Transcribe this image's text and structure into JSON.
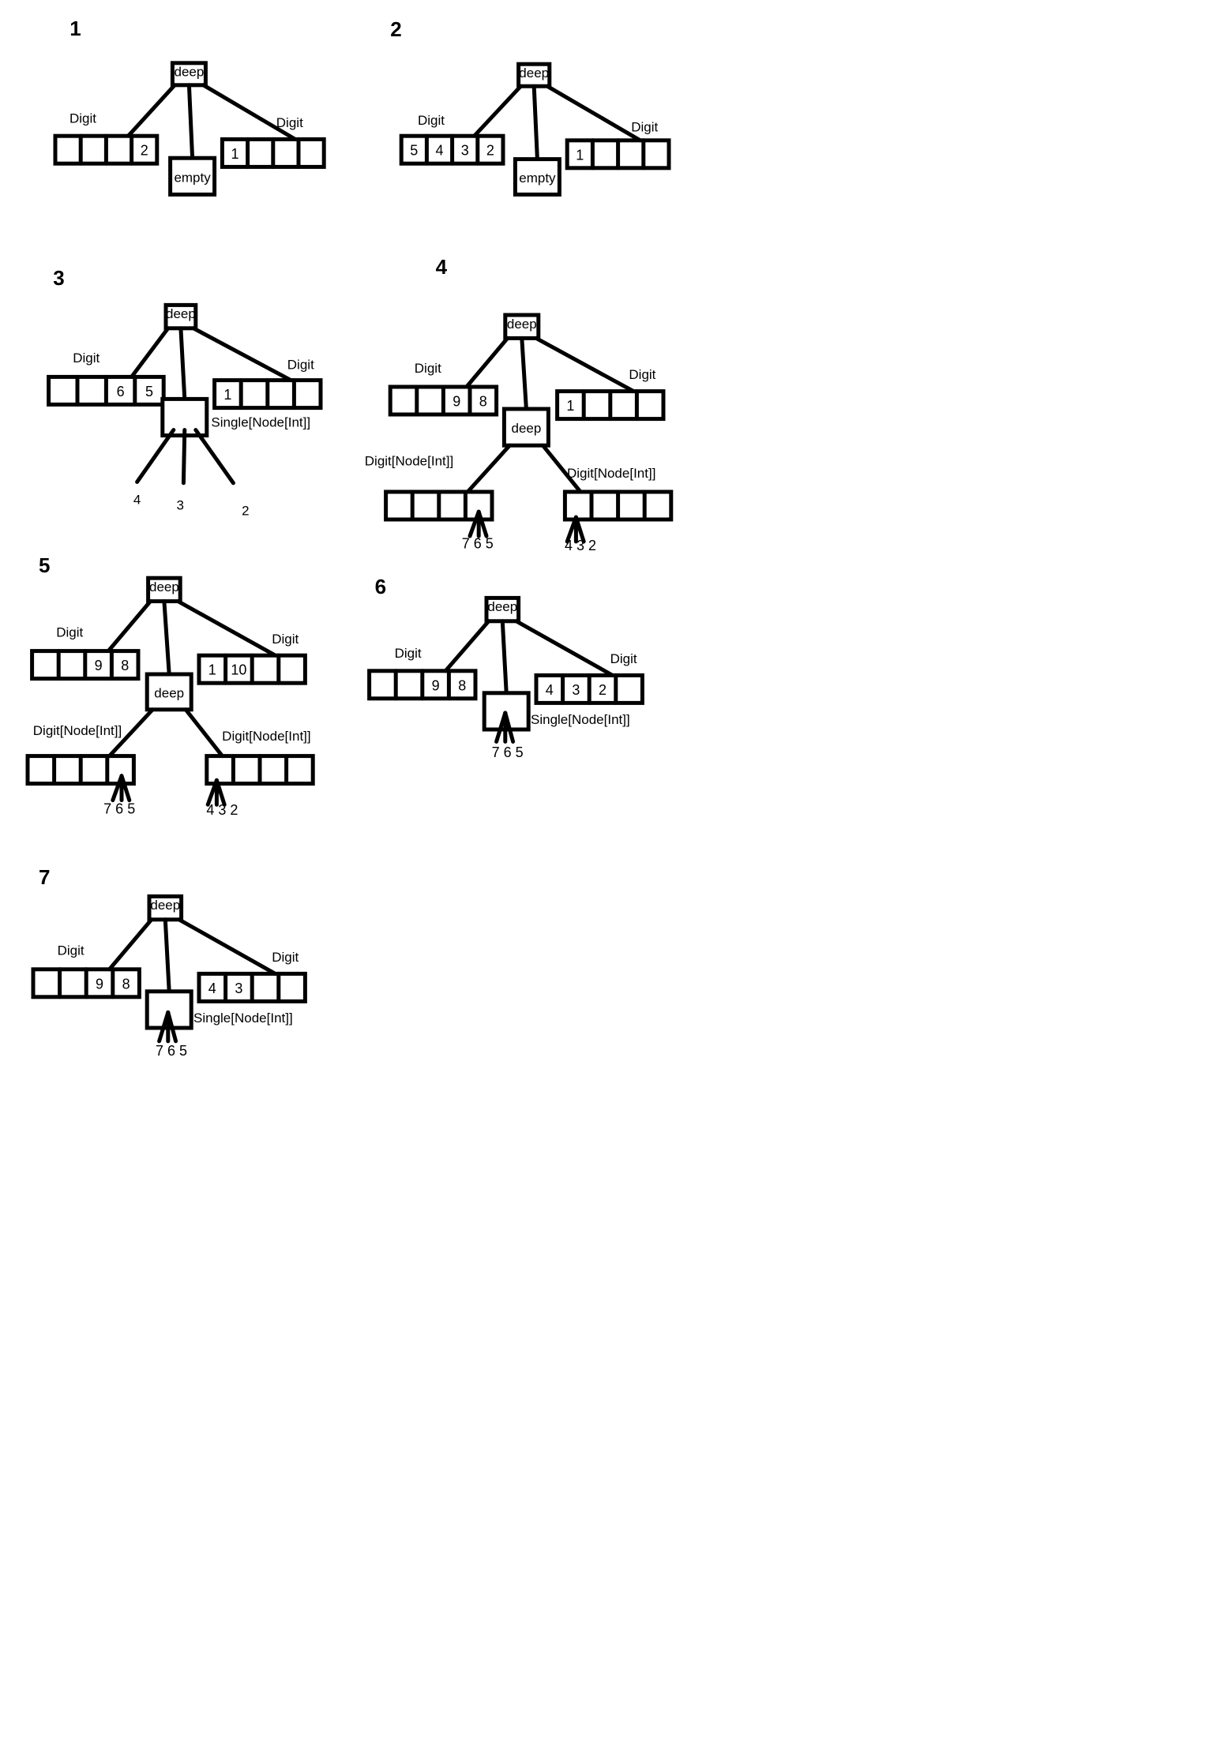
{
  "diagrams": [
    {
      "number": "1",
      "root": "deep",
      "left_label": "Digit",
      "left_cells": [
        "",
        "",
        "",
        "2"
      ],
      "middle": "empty",
      "right_label": "Digit",
      "right_cells": [
        "1",
        "",
        "",
        ""
      ]
    },
    {
      "number": "2",
      "root": "deep",
      "left_label": "Digit",
      "left_cells": [
        "5",
        "4",
        "3",
        "2"
      ],
      "middle": "empty",
      "right_label": "Digit",
      "right_cells": [
        "1",
        "",
        "",
        ""
      ]
    },
    {
      "number": "3",
      "root": "deep",
      "left_label": "Digit",
      "left_cells": [
        "",
        "",
        "6",
        "5"
      ],
      "middle_label": "Single[Node[Int]]",
      "children": [
        "4",
        "3",
        "2"
      ],
      "right_label": "Digit",
      "right_cells": [
        "1",
        "",
        "",
        ""
      ]
    },
    {
      "number": "4",
      "root": "deep",
      "left_label": "Digit",
      "left_cells": [
        "",
        "",
        "9",
        "8"
      ],
      "middle": "deep",
      "right_label": "Digit",
      "right_cells": [
        "1",
        "",
        "",
        ""
      ],
      "inner_left_label": "Digit[Node[Int]]",
      "inner_left_node": "7 6 5",
      "inner_right_label": "Digit[Node[Int]]",
      "inner_right_node": "4 3 2"
    },
    {
      "number": "5",
      "root": "deep",
      "left_label": "Digit",
      "left_cells": [
        "",
        "",
        "9",
        "8"
      ],
      "middle": "deep",
      "right_label": "Digit",
      "right_cells": [
        "1",
        "10",
        "",
        ""
      ],
      "inner_left_label": "Digit[Node[Int]]",
      "inner_left_node": "7 6 5",
      "inner_right_label": "Digit[Node[Int]]",
      "inner_right_node": "4 3 2"
    },
    {
      "number": "6",
      "root": "deep",
      "left_label": "Digit",
      "left_cells": [
        "",
        "",
        "9",
        "8"
      ],
      "middle_label": "Single[Node[Int]]",
      "middle_node": "7 6 5",
      "right_label": "Digit",
      "right_cells": [
        "4",
        "3",
        "2",
        ""
      ]
    },
    {
      "number": "7",
      "root": "deep",
      "left_label": "Digit",
      "left_cells": [
        "",
        "",
        "9",
        "8"
      ],
      "middle_label": "Single[Node[Int]]",
      "middle_node": "7 6 5",
      "right_label": "Digit",
      "right_cells": [
        "4",
        "3",
        "",
        ""
      ]
    }
  ]
}
